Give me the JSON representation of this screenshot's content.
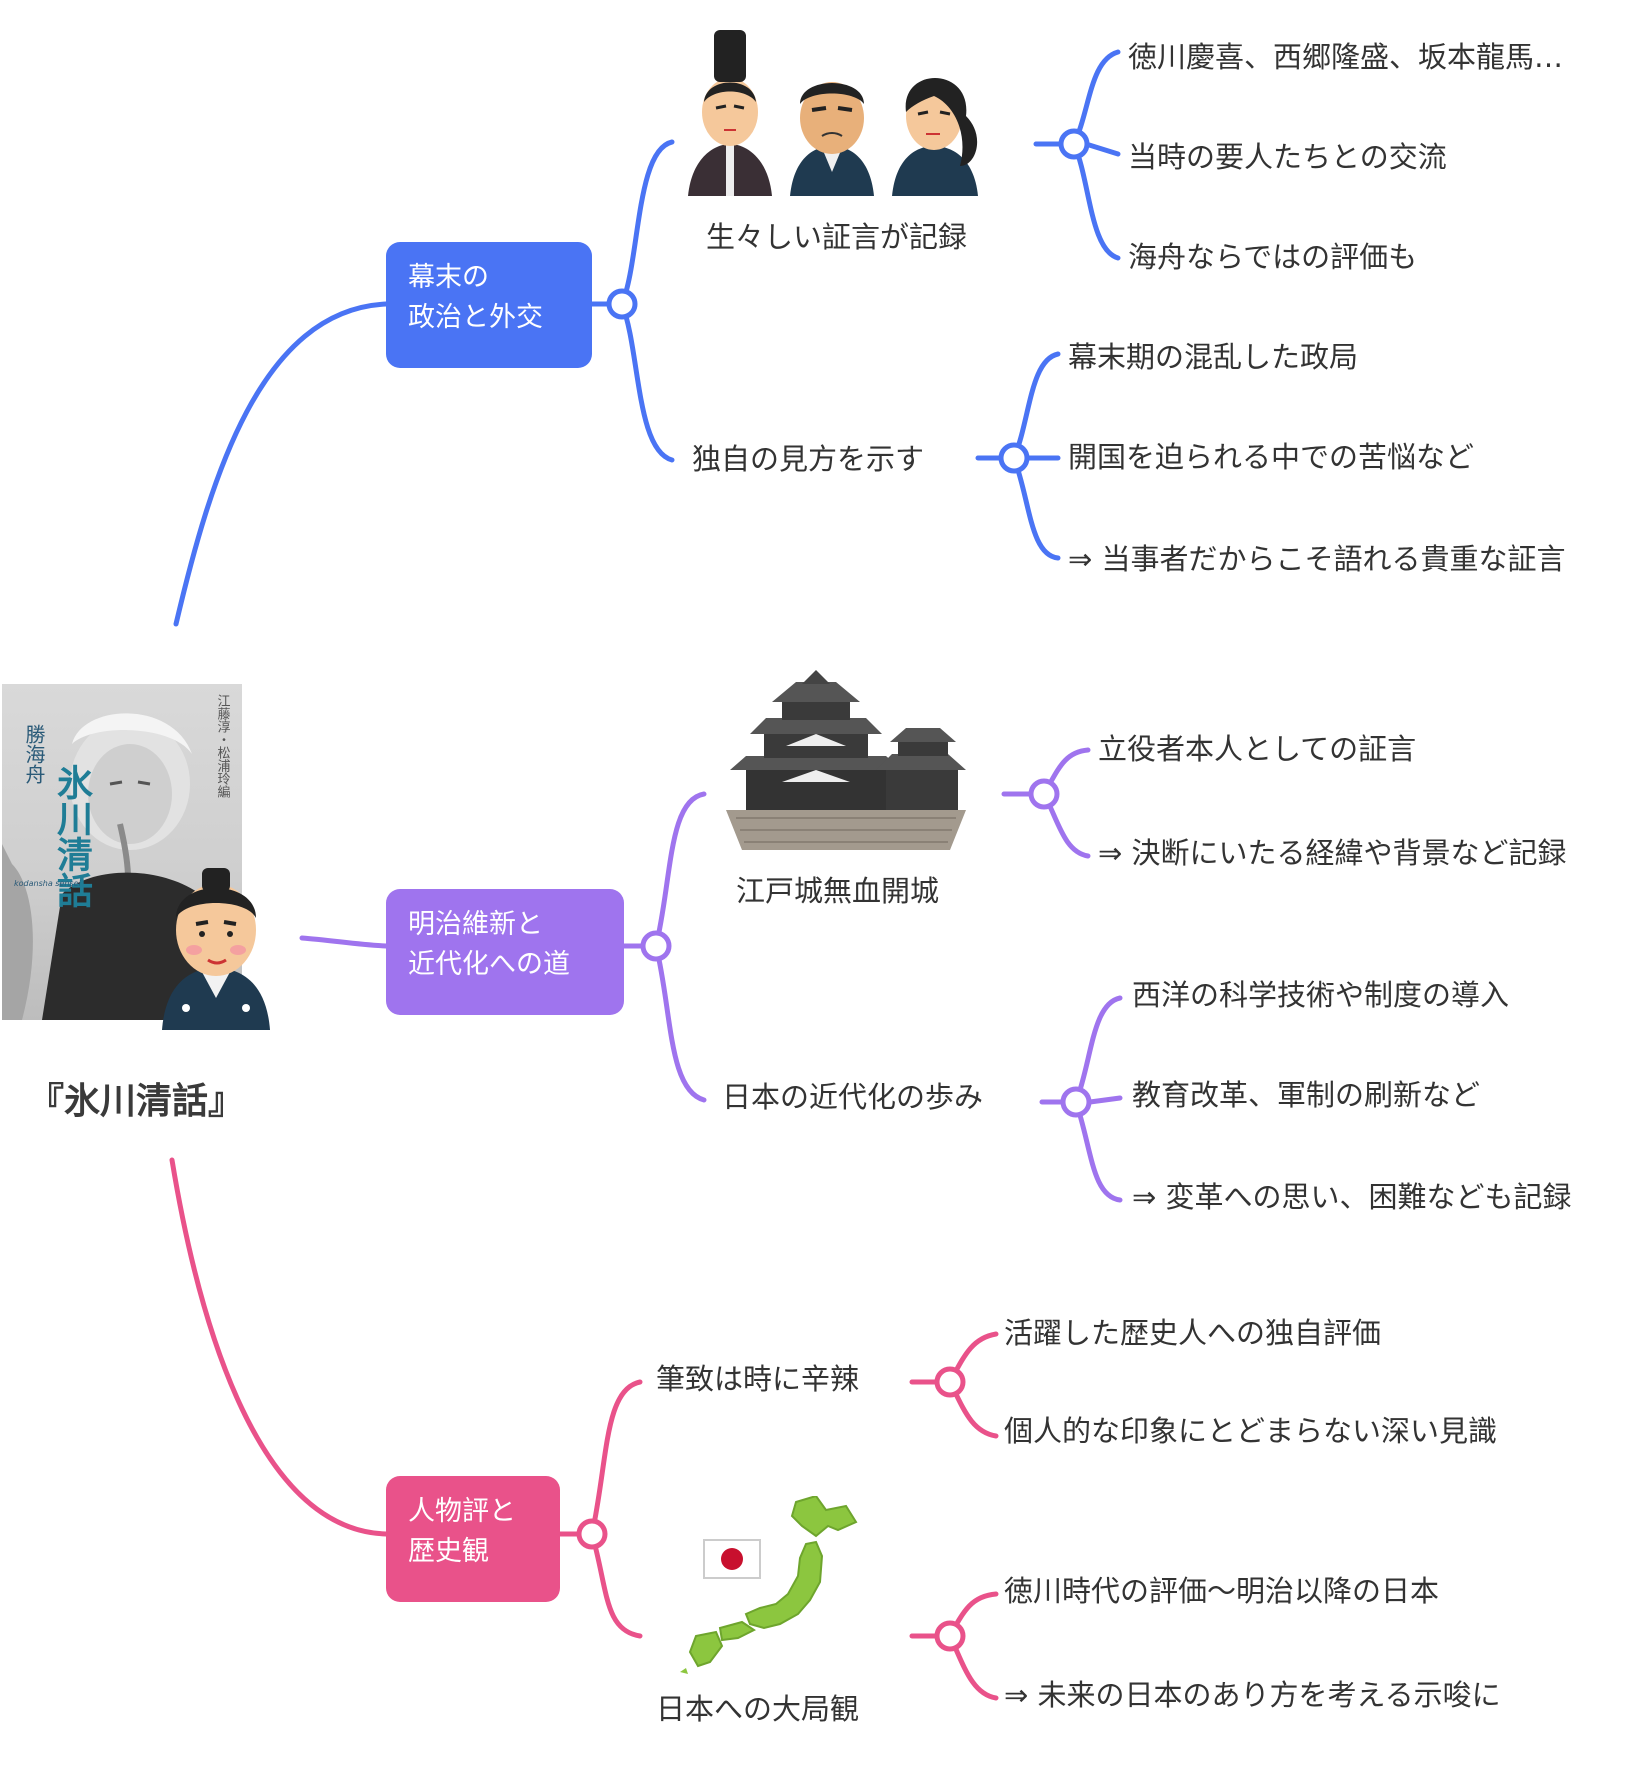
{
  "root": {
    "title": "『氷川清話』",
    "cover_text": {
      "author": "勝海舟",
      "title": "氷川清話",
      "editors": "江藤淳・松浦玲編",
      "series": "kodansha sensei"
    }
  },
  "branches": [
    {
      "id": "politics",
      "color": "#4a74f4",
      "label_lines": [
        "幕末の",
        "政治と外交"
      ],
      "children": [
        {
          "label": "生々しい証言が記録",
          "image": "samurai-portraits",
          "leaves": [
            "徳川慶喜、西郷隆盛、坂本龍馬…",
            "当時の要人たちとの交流",
            "海舟ならではの評価も"
          ]
        },
        {
          "label": "独自の見方を示す",
          "leaves": [
            "幕末期の混乱した政局",
            "開国を迫られる中での苦悩など",
            "⇒ 当事者だからこそ語れる貴重な証言"
          ]
        }
      ]
    },
    {
      "id": "meiji",
      "color": "#9f74ee",
      "label_lines": [
        "明治維新と",
        "近代化への道"
      ],
      "children": [
        {
          "label": "江戸城無血開城",
          "image": "castle",
          "leaves": [
            "立役者本人としての証言",
            "⇒ 決断にいたる経緯や背景など記録"
          ]
        },
        {
          "label": "日本の近代化の歩み",
          "leaves": [
            "西洋の科学技術や制度の導入",
            "教育改革、軍制の刷新など",
            "⇒ 変革への思い、困難なども記録"
          ]
        }
      ]
    },
    {
      "id": "people",
      "color": "#e9528a",
      "label_lines": [
        "人物評と",
        "歴史観"
      ],
      "children": [
        {
          "label": "筆致は時に辛辣",
          "leaves": [
            "活躍した歴史人への独自評価",
            "個人的な印象にとどまらない深い見識"
          ]
        },
        {
          "label": "日本への大局観",
          "image": "japan-map-flag",
          "leaves": [
            "徳川時代の評価〜明治以降の日本",
            "⇒ 未来の日本のあり方を考える示唆に"
          ]
        }
      ]
    }
  ]
}
